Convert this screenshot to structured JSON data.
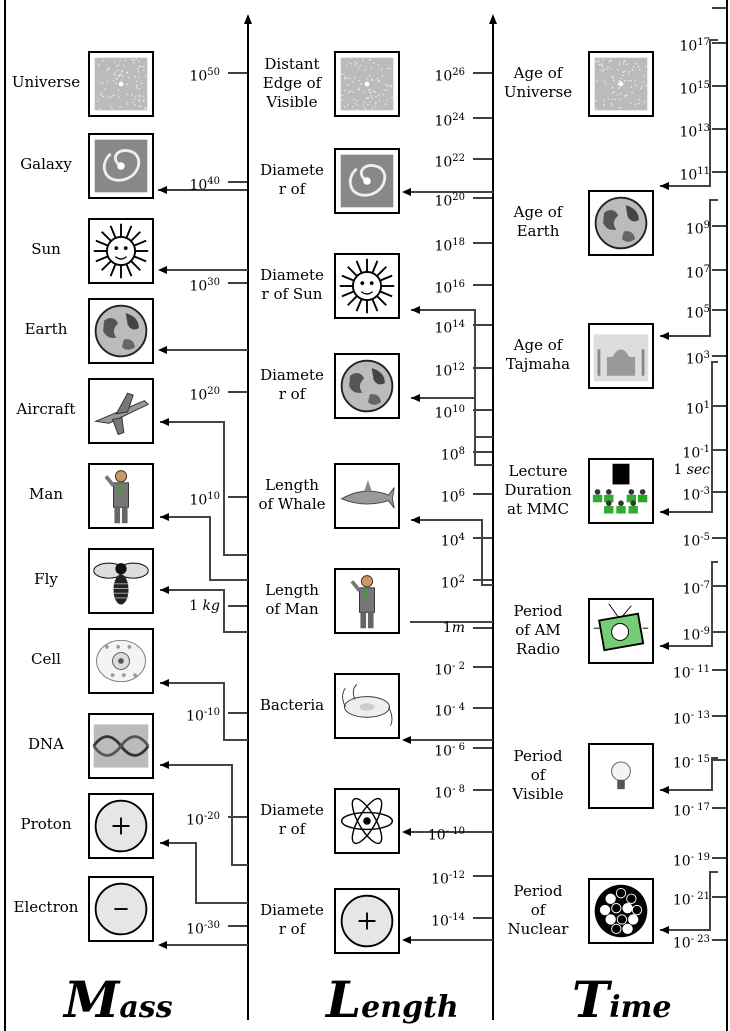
{
  "titles": {
    "mass": {
      "initial": "M",
      "rest": "ass"
    },
    "length": {
      "initial": "L",
      "rest": "ength"
    },
    "time": {
      "initial": "T",
      "rest": "ime"
    }
  },
  "mass": {
    "items": [
      "Universe",
      "Galaxy",
      "Sun",
      "Earth",
      "Aircraft",
      "Man",
      "Fly",
      "Cell",
      "DNA",
      "Proton",
      "Electron"
    ],
    "ticks": [
      "10^50",
      "10^40",
      "10^30",
      "10^20",
      "10^10",
      "1 kg",
      "10^-10",
      "10^-20",
      "10^-30"
    ]
  },
  "length": {
    "items": [
      "Distant\nEdge of\nVisible",
      "Diamete\nr of",
      "Diamete\nr of Sun",
      "Diamete\nr of",
      "Length\nof Whale",
      "Length\nof  Man",
      "Bacteria",
      "Diamete\nr of",
      "Diamete\nr of"
    ],
    "ticks": [
      "10^26",
      "10^24",
      "10^22",
      "10^20",
      "10^18",
      "10^16",
      "10^14",
      "10^12",
      "10^10",
      "10^8",
      "10^6",
      "10^4",
      "10^2",
      "1m",
      "10^- 2",
      "10^- 4",
      "10^- 6",
      "10^- 8",
      "10^- 10",
      "10^-12",
      "10^-14"
    ]
  },
  "time": {
    "items": [
      "Age of\nUniverse",
      "Age of\nEarth",
      "Age of\nTajmaha",
      "Lecture\nDuration\nat MMC",
      "Period\nof AM\nRadio",
      "Period\nof\nVisible",
      "Period\nof\nNuclear"
    ],
    "ticks": [
      "10^17",
      "10^15",
      "10^13",
      "10^11",
      "10^9",
      "10^7",
      "10^5",
      "10^3",
      "10^1",
      "10^-1",
      "1 sec",
      "10^-3",
      "10^-5",
      "10^-7",
      "10^-9",
      "10^- 11",
      "10^- 13",
      "10^- 15",
      "10^- 17",
      "10^- 19",
      "10^- 21",
      "10^- 23"
    ]
  },
  "icons": [
    "galaxy-noise-icon",
    "spiral-galaxy-icon",
    "sun-face-icon",
    "earth-globe-icon",
    "jet-aircraft-icon",
    "man-in-suit-icon",
    "fly-insect-icon",
    "cell-icon",
    "dna-helix-icon",
    "proton-plus-icon",
    "electron-minus-icon",
    "shark-icon",
    "bacteria-icon",
    "atom-icon",
    "taj-mahal-icon",
    "lecture-room-icon",
    "television-icon",
    "light-bulb-icon",
    "nucleus-icon"
  ]
}
